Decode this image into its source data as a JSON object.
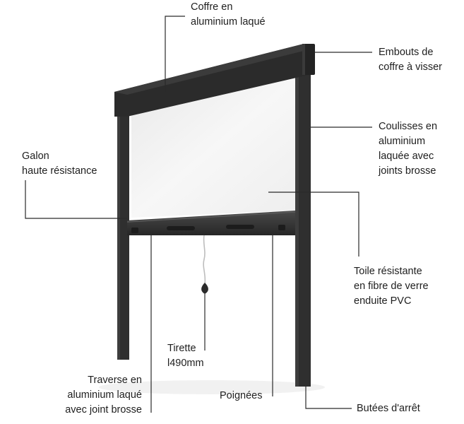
{
  "colors": {
    "frame": "#2e2e2e",
    "frame_shadow": "#1f1f1f",
    "mesh": "#f2f2f2",
    "leader": "#2a2a2a",
    "text": "#1e1e1e"
  },
  "labels": {
    "coffre": [
      "Coffre en",
      "aluminium laqué"
    ],
    "embouts": [
      "Embouts de",
      "coffre à visser"
    ],
    "coulisses": [
      "Coulisses en",
      "aluminium",
      "laquée avec",
      "joints brosse"
    ],
    "galon": [
      "Galon",
      "haute résistance"
    ],
    "toile": [
      "Toile résistante",
      "en fibre de verre",
      "enduite PVC"
    ],
    "tirette": [
      "Tirette",
      "l490mm"
    ],
    "traverse": [
      "Traverse en",
      "aluminium laqué",
      "avec joint brosse"
    ],
    "poignees": [
      "Poignées"
    ],
    "butees": [
      "Butées d'arrêt"
    ]
  }
}
